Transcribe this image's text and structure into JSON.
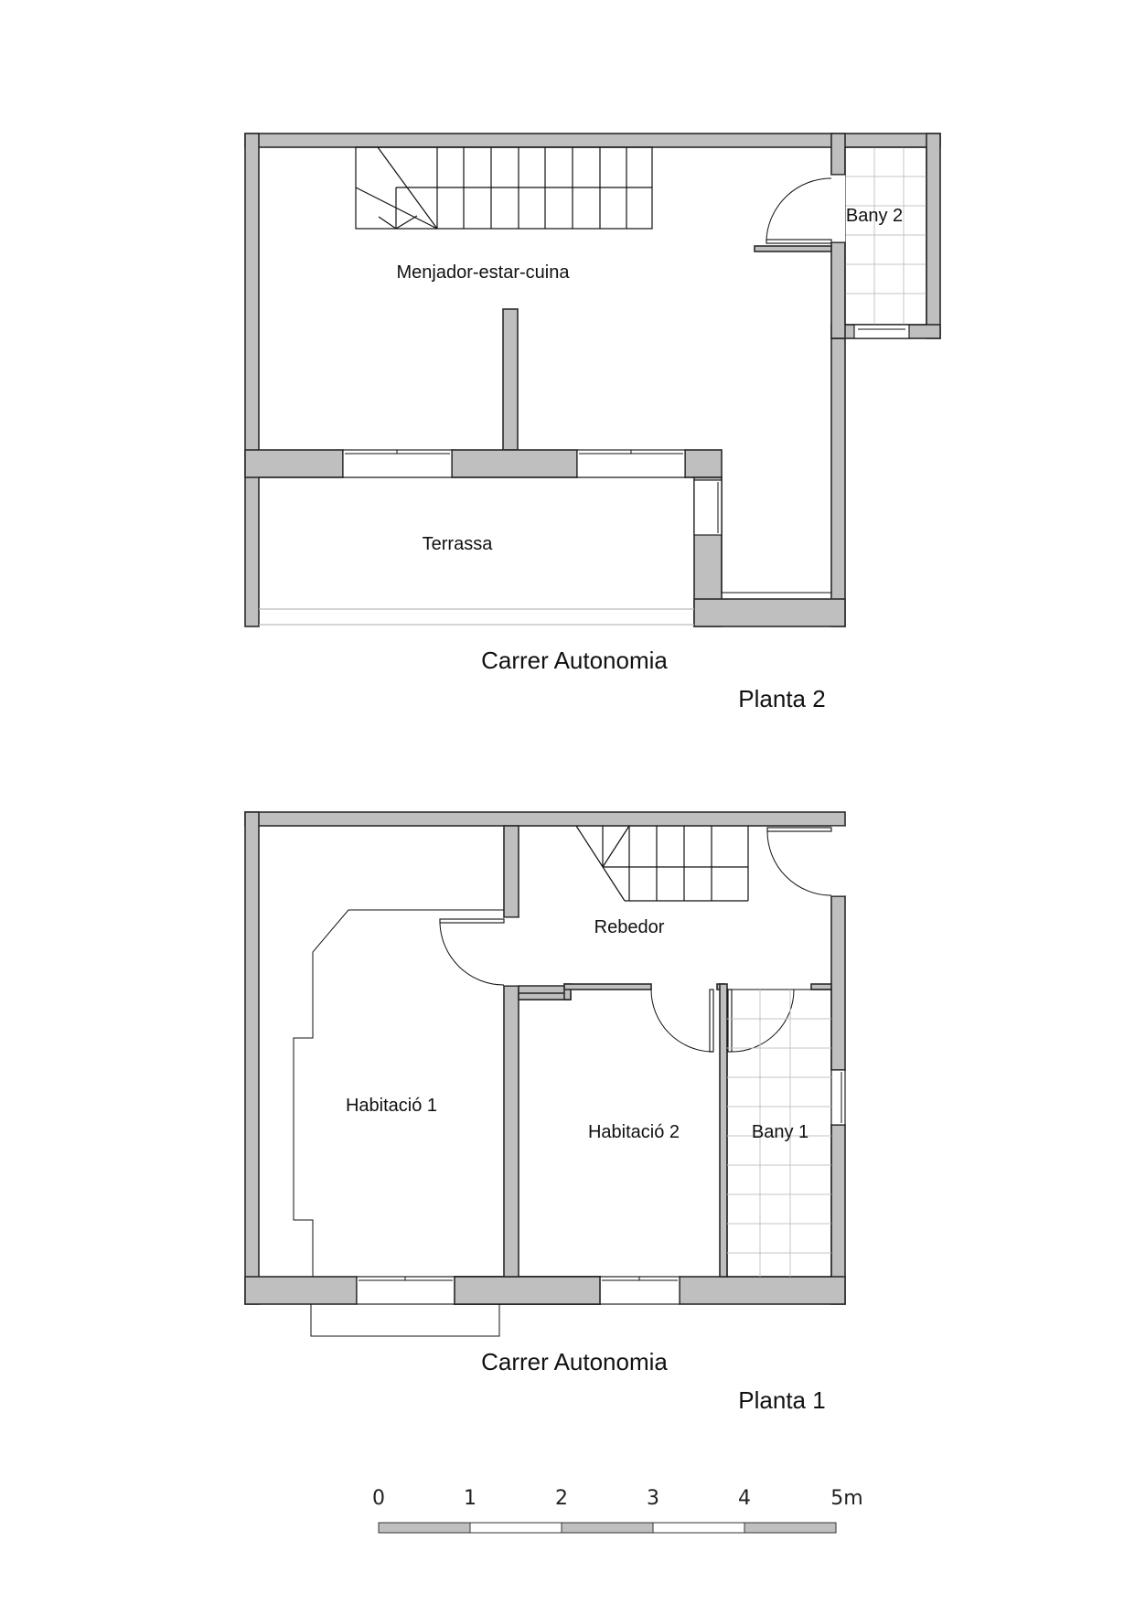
{
  "plans": [
    {
      "title": "Planta 2",
      "street": "Carrer Autonomia",
      "rooms": [
        {
          "name": "Menjador-estar-cuina"
        },
        {
          "name": "Terrassa"
        },
        {
          "name": "Bany 2"
        }
      ]
    },
    {
      "title": "Planta 1",
      "street": "Carrer Autonomia",
      "rooms": [
        {
          "name": "Rebedor"
        },
        {
          "name": "Habitació 1"
        },
        {
          "name": "Habitació 2"
        },
        {
          "name": "Bany 1"
        }
      ]
    }
  ],
  "scale_bar": {
    "labels": [
      "0",
      "1",
      "2",
      "3",
      "4",
      "5m"
    ],
    "colors": {
      "dark": "#bfbfbf",
      "light": "#ffffff"
    }
  },
  "colors": {
    "wall_fill": "#bfbfbf",
    "line": "#111111",
    "tile": "#c4c4c4",
    "background": "#ffffff"
  }
}
